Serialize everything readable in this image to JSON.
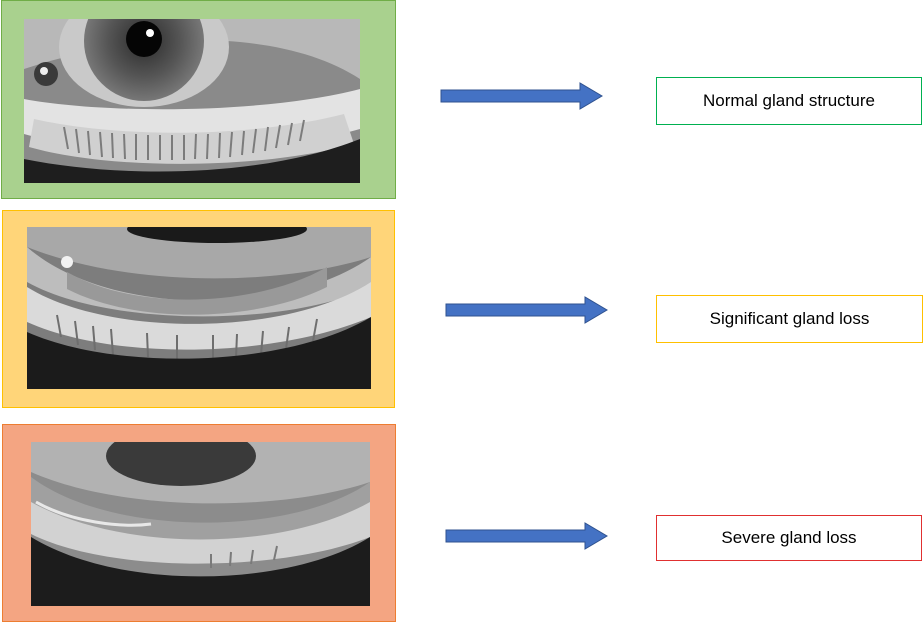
{
  "rows": [
    {
      "label": "Normal gland structure",
      "frame_fill": "#a9d18e",
      "frame_border": "#70ad47",
      "label_border": "#00b050"
    },
    {
      "label": "Significant gland loss",
      "frame_fill": "#ffd579",
      "frame_border": "#ffc000",
      "label_border": "#ffc000"
    },
    {
      "label": "Severe gland loss",
      "frame_fill": "#f4a582",
      "frame_border": "#ed7d31",
      "label_border": "#e03030"
    }
  ],
  "arrow_color": "#4472c4",
  "arrow_border": "#2f528f",
  "icons": {
    "photo": "eyelid-meibography-photo",
    "arrow": "right-arrow-icon"
  }
}
